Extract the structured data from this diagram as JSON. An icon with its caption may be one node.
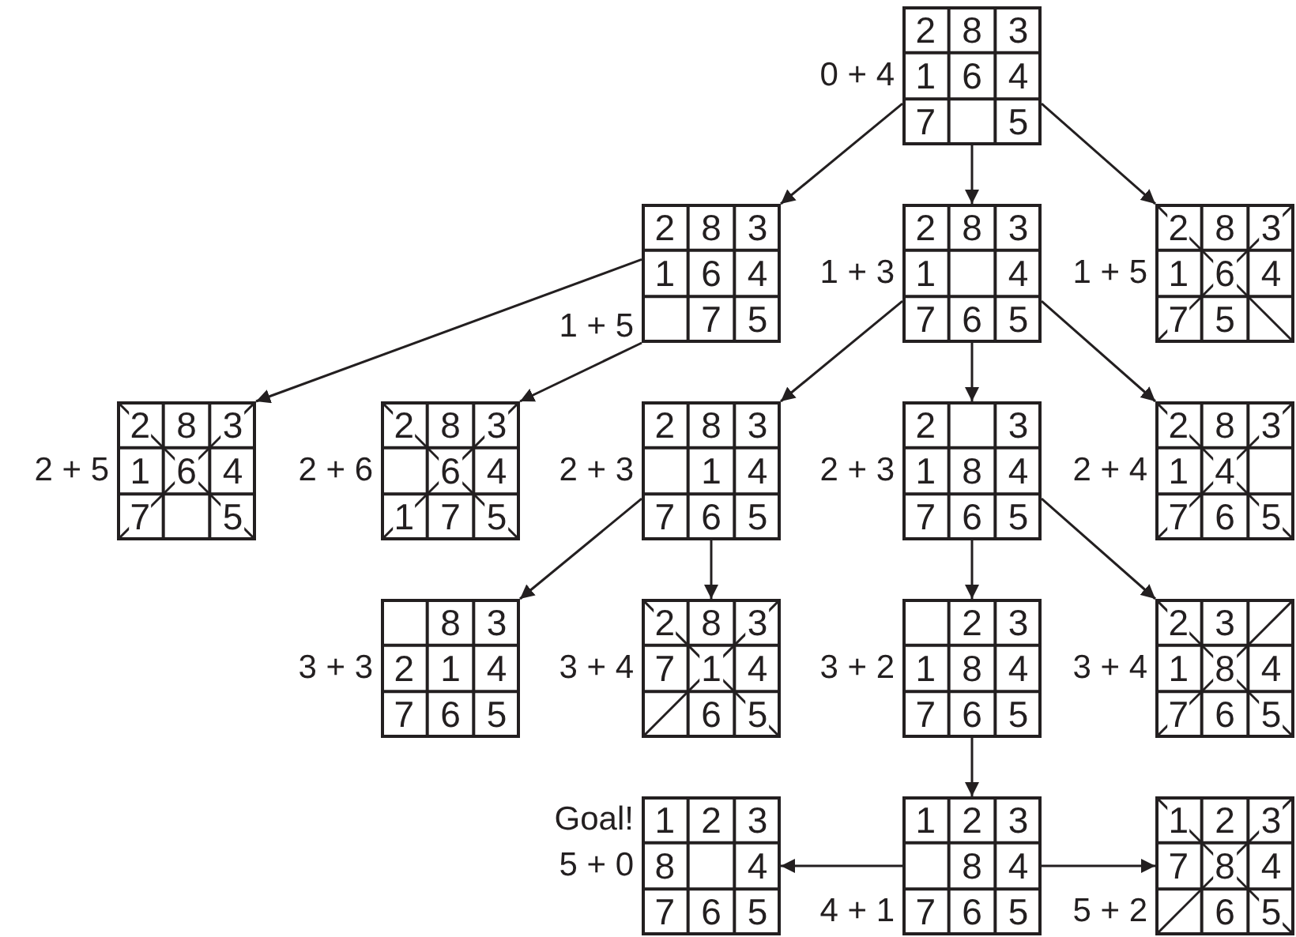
{
  "diagram": {
    "nodes": [
      {
        "text": [
          "2",
          "8",
          "3",
          "1",
          "6",
          "4",
          "7",
          "5"
        ],
        "beside": [
          "0 + 4"
        ]
      },
      {
        "text": [
          "2",
          "8",
          "3",
          "1",
          "6",
          "4",
          "7",
          "5"
        ],
        "beside": [
          "1 + 5"
        ]
      },
      {
        "text": [
          "2",
          "8",
          "3",
          "1",
          "4",
          "7",
          "6",
          "5"
        ],
        "beside": [
          "1 + 3"
        ]
      },
      {
        "text": [
          "2",
          "8",
          "3",
          "1",
          "6",
          "4",
          "7",
          "5"
        ],
        "beside": [
          "1 + 5"
        ]
      },
      {
        "text": [
          "2",
          "8",
          "3",
          "1",
          "6",
          "4",
          "7",
          "5"
        ],
        "beside": [
          "2 + 5"
        ]
      },
      {
        "text": [
          "2",
          "8",
          "3",
          "6",
          "4",
          "1",
          "7",
          "5"
        ],
        "beside": [
          "2 + 6"
        ]
      },
      {
        "text": [
          "2",
          "8",
          "3",
          "1",
          "4",
          "7",
          "6",
          "5"
        ],
        "beside": [
          "2 + 3"
        ]
      },
      {
        "text": [
          "2",
          "3",
          "1",
          "8",
          "4",
          "7",
          "6",
          "5"
        ],
        "beside": [
          "2 + 3"
        ]
      },
      {
        "text": [
          "2",
          "8",
          "3",
          "1",
          "4",
          "7",
          "6",
          "5"
        ],
        "beside": [
          "2 + 4"
        ]
      },
      {
        "text": [
          "8",
          "3",
          "2",
          "1",
          "4",
          "7",
          "6",
          "5"
        ],
        "beside": [
          "3 + 3"
        ]
      },
      {
        "text": [
          "2",
          "8",
          "3",
          "7",
          "1",
          "4",
          "6",
          "5"
        ],
        "beside": [
          "3 + 4"
        ]
      },
      {
        "text": [
          "2",
          "3",
          "1",
          "8",
          "4",
          "7",
          "6",
          "5"
        ],
        "beside": [
          "3 + 2"
        ]
      },
      {
        "text": [
          "2",
          "3",
          "1",
          "8",
          "4",
          "7",
          "6",
          "5"
        ],
        "beside": [
          "3 + 4"
        ]
      },
      {
        "text": [
          "1",
          "2",
          "3",
          "8",
          "4",
          "7",
          "6",
          "5"
        ],
        "beside": [
          "Goal!",
          "5 + 0"
        ]
      },
      {
        "text": [
          "1",
          "2",
          "3",
          "8",
          "4",
          "7",
          "6",
          "5"
        ],
        "beside": [
          "4 + 1"
        ]
      },
      {
        "text": [
          "1",
          "2",
          "3",
          "7",
          "8",
          "4",
          "6",
          "5"
        ],
        "beside": [
          "5 + 2"
        ]
      }
    ],
    "edges": [
      {
        "from": 0,
        "to": 1,
        "arrow": "to"
      },
      {
        "from": 0,
        "to": 2,
        "arrow": "to"
      },
      {
        "from": 0,
        "to": 3,
        "arrow": "to"
      },
      {
        "from": 1,
        "to": 4,
        "arrow": "to"
      },
      {
        "from": 1,
        "to": 5,
        "arrow": "to"
      },
      {
        "from": 2,
        "to": 6,
        "arrow": "to"
      },
      {
        "from": 2,
        "to": 7,
        "arrow": "to"
      },
      {
        "from": 2,
        "to": 8,
        "arrow": "to"
      },
      {
        "from": 6,
        "to": 9,
        "arrow": "to"
      },
      {
        "from": 6,
        "to": 10,
        "arrow": "to"
      },
      {
        "from": 7,
        "to": 11,
        "arrow": "to"
      },
      {
        "from": 7,
        "to": 12,
        "arrow": "to"
      },
      {
        "from": 11,
        "to": 14,
        "arrow": "to"
      },
      {
        "from": 14,
        "to": 13,
        "arrow": "to"
      },
      {
        "from": 14,
        "to": 15,
        "arrow": "to"
      }
    ]
  }
}
